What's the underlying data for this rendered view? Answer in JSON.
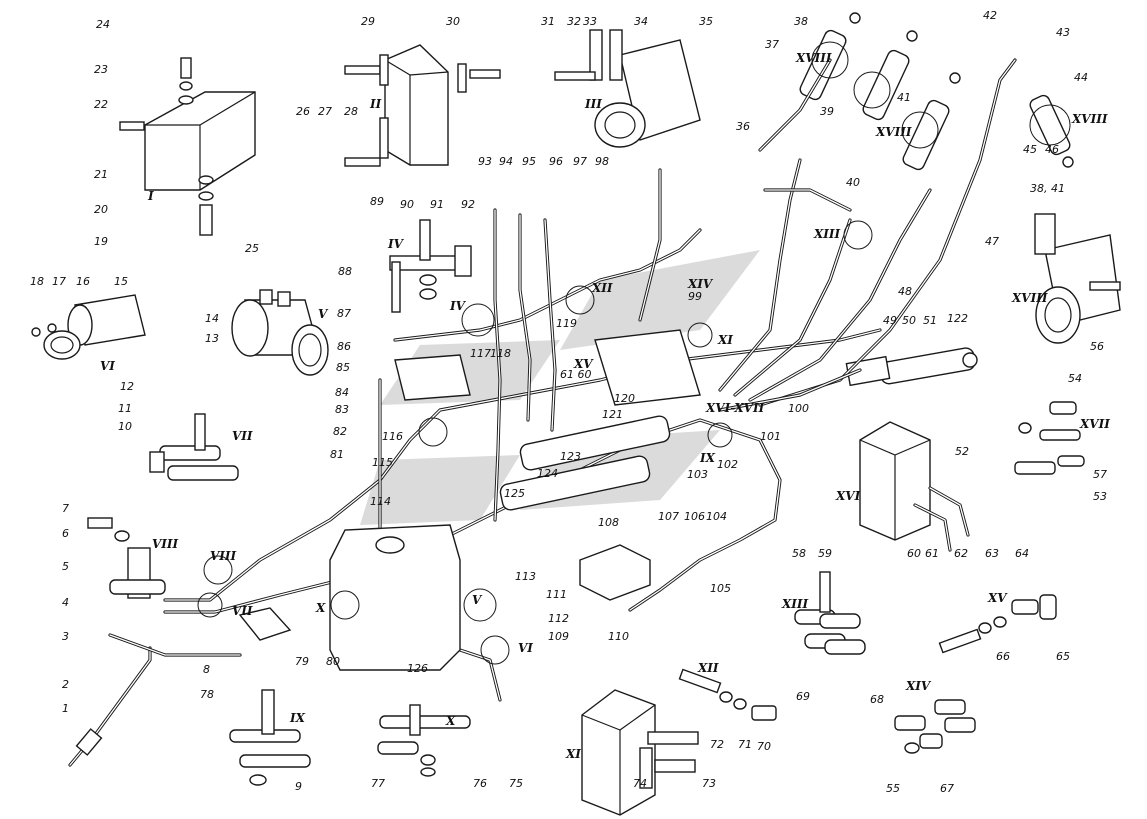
{
  "callouts": [
    "1",
    "2",
    "3",
    "4",
    "5",
    "6",
    "7",
    "8",
    "9",
    "10",
    "11",
    "12",
    "13",
    "14",
    "15",
    "16",
    "17",
    "18",
    "19",
    "20",
    "21",
    "22",
    "23",
    "24",
    "25",
    "26",
    "27",
    "28",
    "29",
    "30",
    "31",
    "32",
    "33",
    "34",
    "35",
    "36",
    "37",
    "38",
    "39",
    "40",
    "41",
    "42",
    "43",
    "44",
    "45",
    "46",
    "47",
    "48",
    "49",
    "50",
    "51",
    "52",
    "53",
    "54",
    "55",
    "56",
    "57",
    "58",
    "59",
    "60",
    "61",
    "62",
    "63",
    "64",
    "65",
    "66",
    "67",
    "68",
    "69",
    "70",
    "71",
    "72",
    "73",
    "74",
    "75",
    "76",
    "77",
    "78",
    "79",
    "80",
    "81",
    "82",
    "83",
    "84",
    "85",
    "86",
    "87",
    "88",
    "89",
    "90",
    "91",
    "92",
    "93",
    "94",
    "95",
    "96",
    "97",
    "98",
    "99",
    "100",
    "101",
    "102",
    "103",
    "104",
    "105",
    "106",
    "107",
    "108",
    "109",
    "110",
    "111",
    "112",
    "113",
    "114",
    "115",
    "116",
    "117",
    "118",
    "119",
    "120",
    "121",
    "122",
    "123",
    "124",
    "125",
    "126",
    "38, 41",
    "61 60"
  ],
  "views": [
    "I",
    "II",
    "III",
    "IV",
    "V",
    "VI",
    "VII",
    "VIII",
    "IX",
    "X",
    "XI",
    "XII",
    "XIII",
    "XIV",
    "XV",
    "XVI",
    "XVII",
    "XVIII",
    "XVI-XVII"
  ],
  "icons": {
    "watermark": "watermark-logo-icon"
  }
}
